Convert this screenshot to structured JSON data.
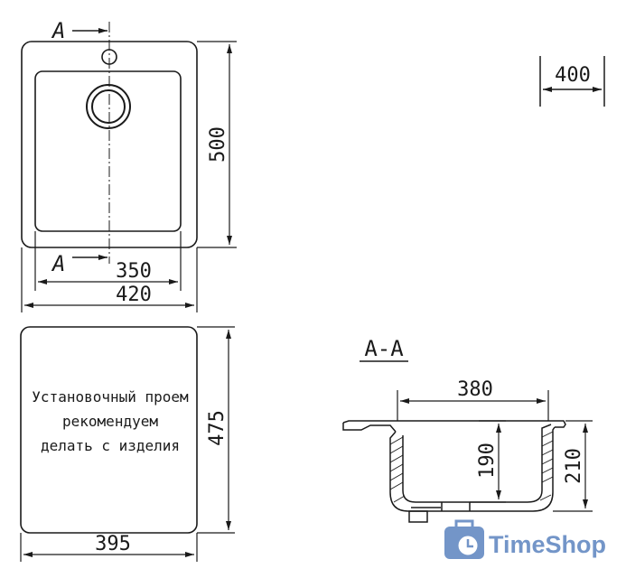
{
  "top_view": {
    "section_marker_top": "A",
    "section_marker_bottom": "A",
    "width_outer": "420",
    "width_inner": "350",
    "height_outer": "500"
  },
  "depth_box": {
    "value": "400"
  },
  "cutout_view": {
    "width": "395",
    "height": "475",
    "note_lines": [
      "Установочный проем",
      "рекомендуем",
      "делать с изделия"
    ]
  },
  "section_view": {
    "title": "A-A",
    "width": "380",
    "bowl_depth": "190",
    "total_depth": "210"
  },
  "watermark": {
    "text": "TimeShop",
    "icon": "suitcase-clock-icon",
    "color": "#5b83bf"
  }
}
